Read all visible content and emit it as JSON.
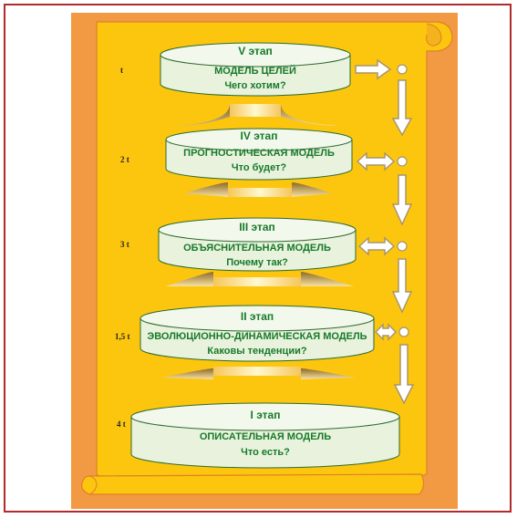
{
  "stages": [
    {
      "title": "V этап",
      "name": "МОДЕЛЬ ЦЕЛЕЙ",
      "question": "Чего хотим?",
      "time": "t"
    },
    {
      "title": "IV этап",
      "name": "ПРОГНОСТИЧЕСКАЯ МОДЕЛЬ",
      "question": "Что будет?",
      "time": "2 t"
    },
    {
      "title": "III этап",
      "name": "ОБЪЯСНИТЕЛЬНАЯ МОДЕЛЬ",
      "question": "Почему так?",
      "time": "3 t"
    },
    {
      "title": "II этап",
      "name": "ЭВОЛЮЦИОННО-ДИНАМИЧЕСКАЯ МОДЕЛЬ",
      "question": "Каковы тенденции?",
      "time": "1,5 t"
    },
    {
      "title": "I этап",
      "name": "ОПИСАТЕЛЬНАЯ МОДЕЛЬ",
      "question": "Что есть?",
      "time": "4 t"
    }
  ],
  "colors": {
    "frame_border": "#b22a2a",
    "orange_background": "#f29a43",
    "scroll_fill": "#fcc60f",
    "disk_fill": "#e9f2dd",
    "text_green": "#167a2a",
    "arrow_fill": "#ffffff",
    "arrow_shade": "#a8956a"
  }
}
